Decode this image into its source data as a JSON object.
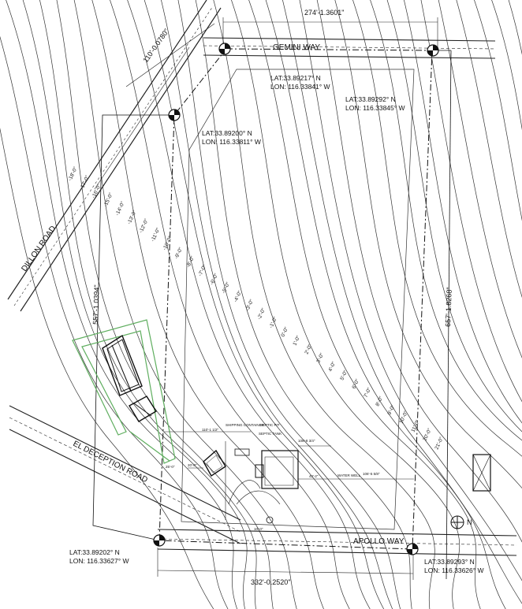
{
  "roads": {
    "gemini": "GEMINI WAY",
    "dillon": "DILLON ROAD",
    "el_deception": "EL DECEPTION ROAD",
    "apollo": "APOLLO WAY"
  },
  "dimensions": {
    "top": "274'-1.3601\"",
    "top_left_diag": "110'-0.0780\"",
    "left": "557'-1.0394\"",
    "right": "657'-1.8268\"",
    "bottom": "332'-0.2520\""
  },
  "survey_points": [
    {
      "lat": "LAT:33.89217° N",
      "lon": "LON: 116.33841° W"
    },
    {
      "lat": "LAT:33.89292° N",
      "lon": "LON: 116.33845° W"
    },
    {
      "lat": "LAT:33.89200° N",
      "lon": "LON: 116.33811° W"
    },
    {
      "lat": "LAT:33.89202° N",
      "lon": "LON: 116.33627° W"
    },
    {
      "lat": "LAT:33.89293° N",
      "lon": "LON: 116.33626° W"
    }
  ],
  "north": "N",
  "site_labels": {
    "water_well": "WATER WELL",
    "septic_pit": "SEPTIC PIT",
    "septic_tank": "SEPTIC TANK",
    "shipping_container": "SHIPPING CONTAINER",
    "setback_top_left": "110'-1 1/2\"",
    "setback_house": "106'-8 3/4\"",
    "setback_well": "106'-5 5/8\"",
    "setback_side": "42'-2\"",
    "setback_left": "25'-0\"",
    "setback_small": "20'-0\"",
    "setback_front": "10'-0\""
  },
  "contour_labels": [
    "-18'-0\"",
    "-17'-0\"",
    "-16'-0\"",
    "-15'-0\"",
    "-14'-0\"",
    "-13'-0\"",
    "-12'-0\"",
    "-11'-0\"",
    "-10'-0\"",
    "-9'-0\"",
    "-8'-0\"",
    "-7'-0\"",
    "-6'-0\"",
    "-5'-0\"",
    "-4'-0\"",
    "-3'-0\"",
    "-2'-0\"",
    "-1'-0\"",
    "0'-0\"",
    "1'-0\"",
    "2'-0\"",
    "3'-0\"",
    "4'-0\"",
    "5'-0\"",
    "6'-0\"",
    "7'-0\"",
    "8'-0\"",
    "9'-0\"",
    "10'-0\"",
    "11'-0\"",
    "20'-0\"",
    "21'-0\""
  ]
}
